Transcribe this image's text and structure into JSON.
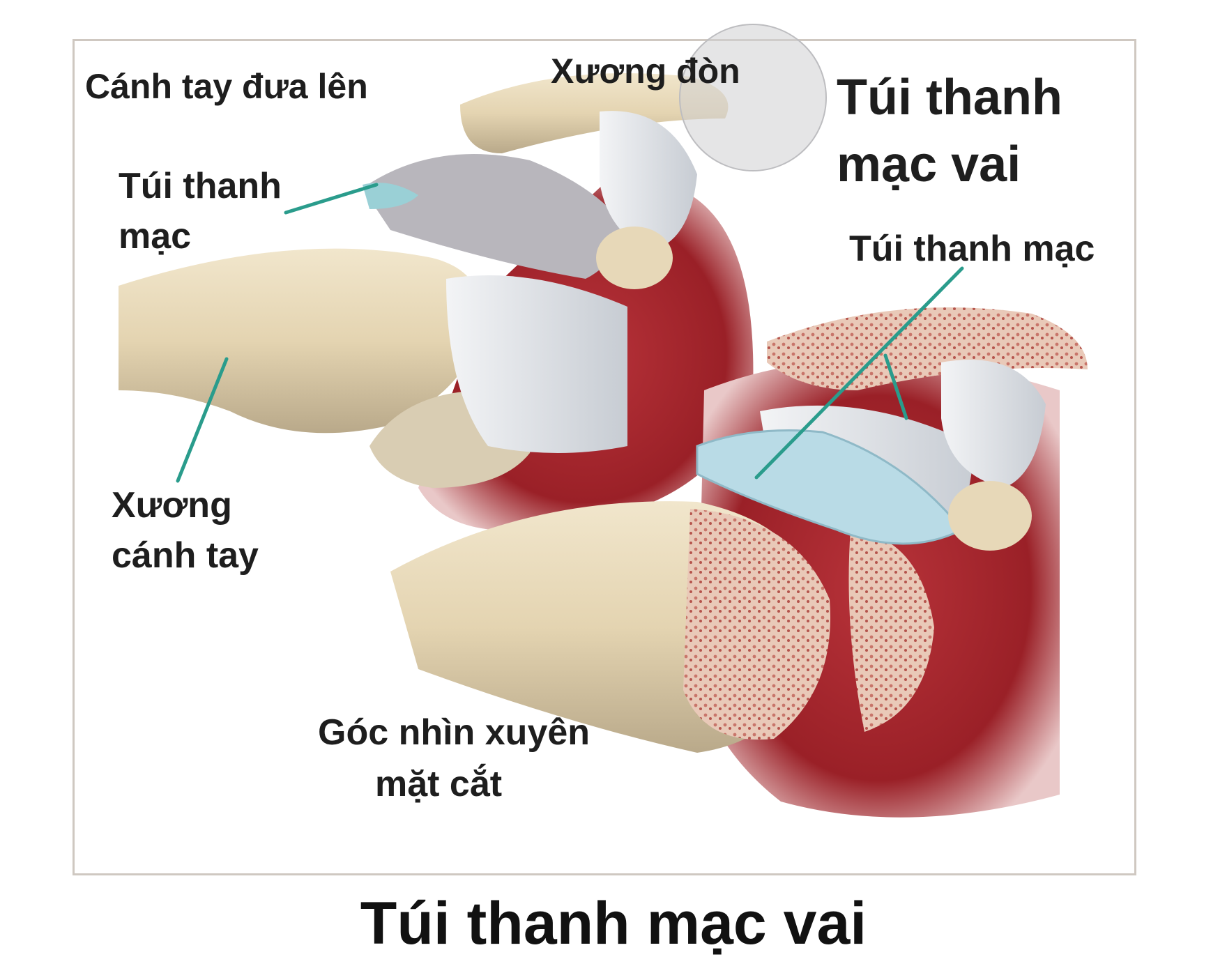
{
  "figure": {
    "title": "Túi thanh mạc vai",
    "labels": {
      "raised_arm": "Cánh tay đưa lên",
      "clavicle": "Xương đòn",
      "heading_line1": "Túi thanh",
      "heading_line2": "mạc vai",
      "bursa_left_line1": "Túi thanh",
      "bursa_left_line2": "mạc",
      "bursa_right": "Túi thanh mạc",
      "humerus_line1": "Xương",
      "humerus_line2": "cánh tay",
      "cross_section_line1": "Góc nhìn xuyên",
      "cross_section_line2": "mặt cắt"
    }
  },
  "colors": {
    "bone": "#e9dcc0",
    "muscle": "#a3272d",
    "tendon": "#d9dde2",
    "bursa": "#b9dbe6",
    "pointer": "#2a9c8c",
    "frame": "#cfc8c1"
  }
}
